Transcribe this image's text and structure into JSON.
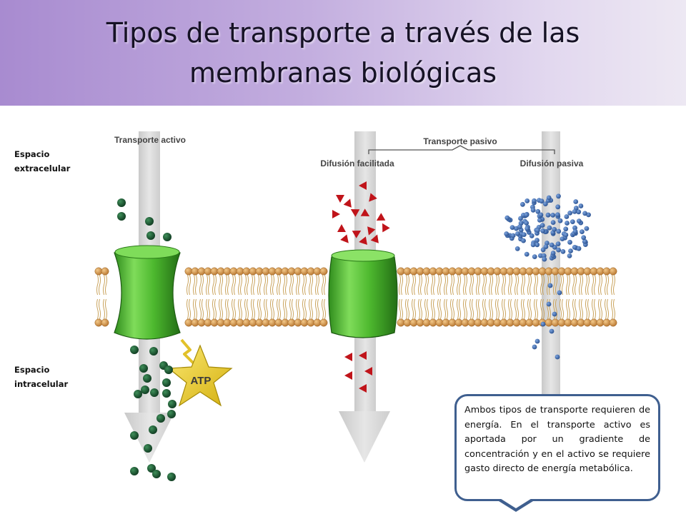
{
  "slide": {
    "title_line1": "Tipos de transporte a través de las",
    "title_line2": "membranas biológicas"
  },
  "labels": {
    "extracellular": "Espacio extracelular",
    "intracellular": "Espacio intracelular"
  },
  "diagram": {
    "active_transport": "Transporte activo",
    "passive_transport": "Transporte pasivo",
    "facilitated_diffusion": "Difusión facilitada",
    "passive_diffusion": "Difusión pasiva",
    "atp": "ATP"
  },
  "callout": {
    "text": "Ambos tipos de transporte requieren de energía. En el transporte activo es aportada por un  gradiente de concentración y en el activo se requiere gasto directo de energía metabólica."
  },
  "colors": {
    "title_gradient_start": "#a88bd0",
    "callout_border": "#3f5f8f",
    "protein_green": "#4db82e",
    "molecule_dark_green": "#1e5a35",
    "molecule_red": "#c0141a",
    "molecule_blue": "#3b6fb5",
    "atp_star": "#f2d22a",
    "lipid_head": "#d69a52"
  }
}
